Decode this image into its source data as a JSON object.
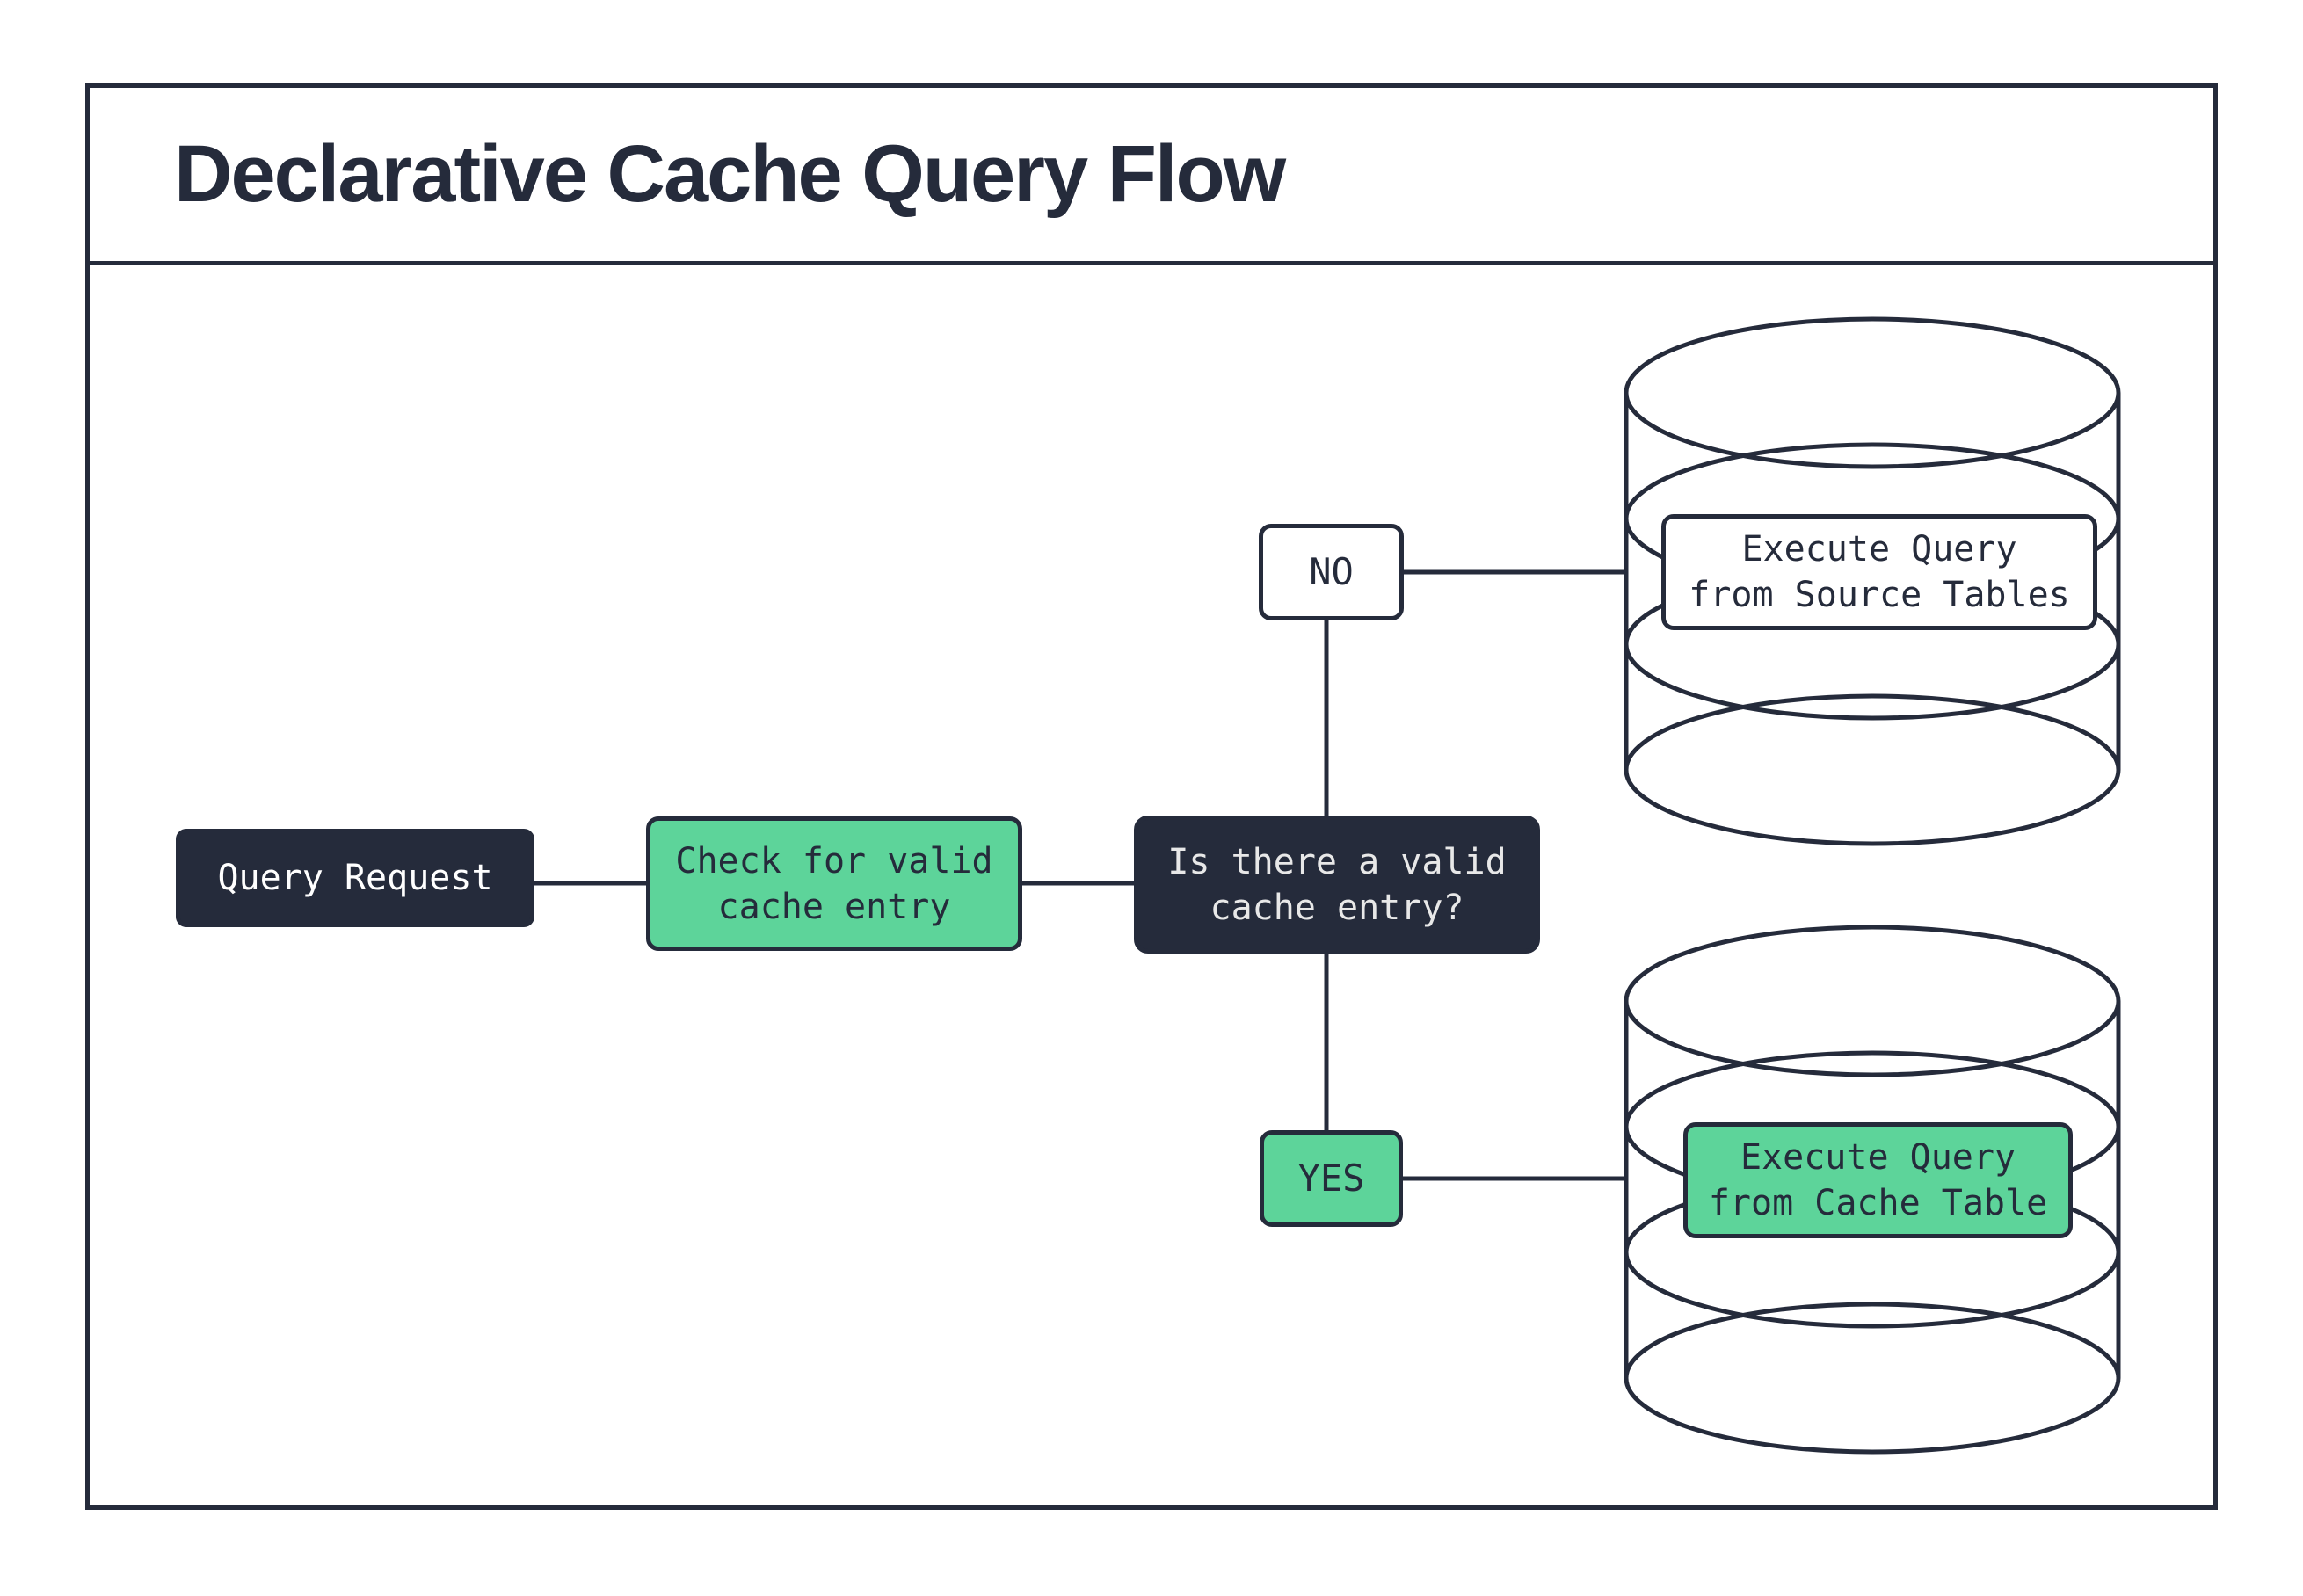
{
  "title": "Declarative Cache Query Flow",
  "colors": {
    "ink": "#252b3b",
    "green": "#5dd49a",
    "paper": "#ffffff",
    "light_text": "#e8e8e8",
    "white_text": "#ffffff"
  },
  "nodes": {
    "query_request": "Query Request",
    "check_cache": "Check for valid\ncache entry",
    "decision": "Is there a valid\ncache entry?",
    "no_label": "NO",
    "yes_label": "YES",
    "source_db": "Execute Query\nfrom Source Tables",
    "cache_db": "Execute Query\nfrom Cache Table"
  }
}
